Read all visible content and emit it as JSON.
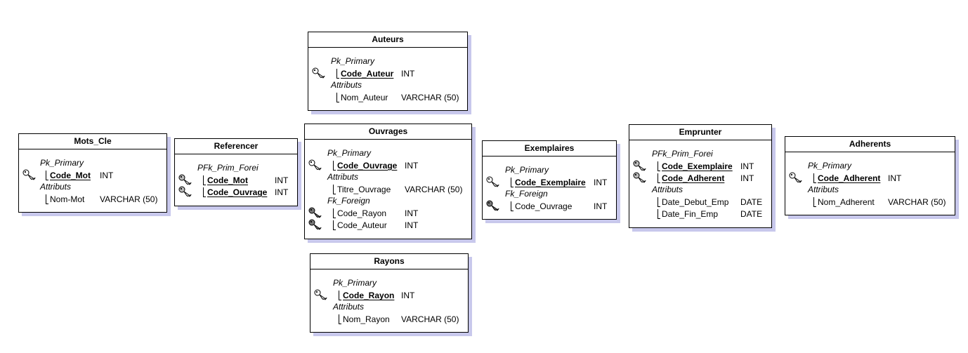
{
  "tables": [
    {
      "id": "mots-cle",
      "title": "Mots_Cle",
      "groups": [
        {
          "label": "Pk_Primary",
          "rows": [
            {
              "name": "Code_Mot",
              "type": "INT",
              "pk": true,
              "key": "pk"
            }
          ]
        },
        {
          "label": "Attributs",
          "rows": [
            {
              "name": "Nom-Mot",
              "type": "VARCHAR (50)",
              "pk": false,
              "key": ""
            }
          ]
        }
      ]
    },
    {
      "id": "referencer",
      "title": "Referencer",
      "groups": [
        {
          "label": "PFk_Prim_Forei",
          "rows": [
            {
              "name": "Code_Mot",
              "type": "INT",
              "pk": true,
              "key": "pfk"
            },
            {
              "name": "Code_Ouvrage",
              "type": "INT",
              "pk": true,
              "key": "pfk"
            }
          ]
        }
      ]
    },
    {
      "id": "auteurs",
      "title": "Auteurs",
      "groups": [
        {
          "label": "Pk_Primary",
          "rows": [
            {
              "name": "Code_Auteur",
              "type": "INT",
              "pk": true,
              "key": "pk"
            }
          ]
        },
        {
          "label": "Attributs",
          "rows": [
            {
              "name": "Nom_Auteur",
              "type": "VARCHAR (50)",
              "pk": false,
              "key": ""
            }
          ]
        }
      ]
    },
    {
      "id": "ouvrages",
      "title": "Ouvrages",
      "groups": [
        {
          "label": "Pk_Primary",
          "rows": [
            {
              "name": "Code_Ouvrage",
              "type": "INT",
              "pk": true,
              "key": "pk"
            }
          ]
        },
        {
          "label": "Attributs",
          "rows": [
            {
              "name": "Titre_Ouvrage",
              "type": "VARCHAR (50)",
              "pk": false,
              "key": ""
            }
          ]
        },
        {
          "label": "Fk_Foreign",
          "rows": [
            {
              "name": "Code_Rayon",
              "type": "INT",
              "pk": false,
              "key": "fk"
            },
            {
              "name": "Code_Auteur",
              "type": "INT",
              "pk": false,
              "key": "fk"
            }
          ]
        }
      ]
    },
    {
      "id": "rayons",
      "title": "Rayons",
      "groups": [
        {
          "label": "Pk_Primary",
          "rows": [
            {
              "name": "Code_Rayon",
              "type": "INT",
              "pk": true,
              "key": "pk"
            }
          ]
        },
        {
          "label": "Attributs",
          "rows": [
            {
              "name": "Nom_Rayon",
              "type": "VARCHAR (50)",
              "pk": false,
              "key": ""
            }
          ]
        }
      ]
    },
    {
      "id": "exemplaires",
      "title": "Exemplaires",
      "groups": [
        {
          "label": "Pk_Primary",
          "rows": [
            {
              "name": "Code_Exemplaire",
              "type": "INT",
              "pk": true,
              "key": "pk"
            }
          ]
        },
        {
          "label": "Fk_Foreign",
          "rows": [
            {
              "name": "Code_Ouvrage",
              "type": "INT",
              "pk": false,
              "key": "fk"
            }
          ]
        }
      ]
    },
    {
      "id": "emprunter",
      "title": "Emprunter",
      "groups": [
        {
          "label": "PFk_Prim_Forei",
          "rows": [
            {
              "name": "Code_Exemplaire",
              "type": "INT",
              "pk": true,
              "key": "pfk"
            },
            {
              "name": "Code_Adherent",
              "type": "INT",
              "pk": true,
              "key": "pfk"
            }
          ]
        },
        {
          "label": "Attributs",
          "rows": [
            {
              "name": "Date_Debut_Emp",
              "type": "DATE",
              "pk": false,
              "key": ""
            },
            {
              "name": "Date_Fin_Emp",
              "type": "DATE",
              "pk": false,
              "key": ""
            }
          ]
        }
      ]
    },
    {
      "id": "adherents",
      "title": "Adherents",
      "groups": [
        {
          "label": "Pk_Primary",
          "rows": [
            {
              "name": "Code_Adherent",
              "type": "INT",
              "pk": true,
              "key": "pk"
            }
          ]
        },
        {
          "label": "Attributs",
          "rows": [
            {
              "name": "Nom_Adherent",
              "type": "VARCHAR (50)",
              "pk": false,
              "key": ""
            }
          ]
        }
      ]
    }
  ]
}
